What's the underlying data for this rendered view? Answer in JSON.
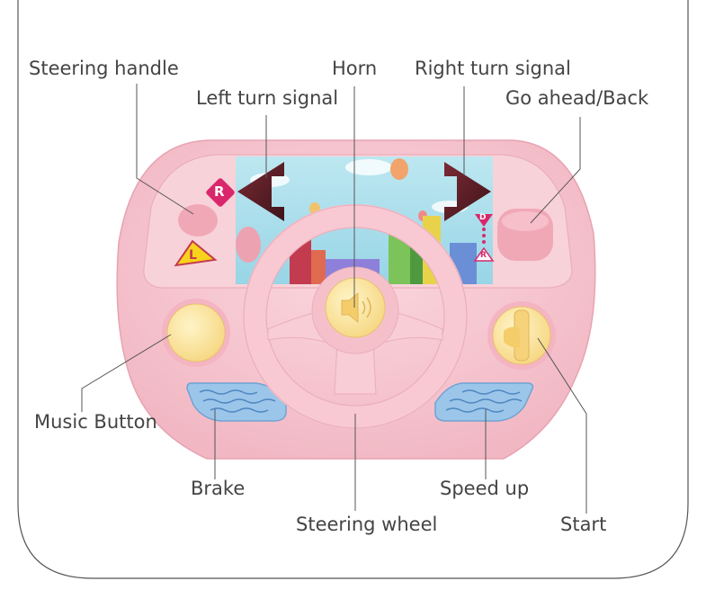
{
  "labels": {
    "steering_handle": "Steering handle",
    "left_turn_signal": "Left turn signal",
    "horn": "Horn",
    "right_turn_signal": "Right turn signal",
    "go_ahead_back": "Go ahead/Back",
    "music_button": "Music Button",
    "brake": "Brake",
    "steering_wheel": "Steering wheel",
    "speed_up": "Speed up",
    "start": "Start"
  },
  "badges": {
    "left_red": "R",
    "left_yellow": "L",
    "shift_top": "D",
    "shift_bottom": "R"
  },
  "colors": {
    "body_pink": "#f5c3cc",
    "body_edge": "#e7a3b1",
    "panel_pink": "#f8d2d9",
    "screen_sky": "#a5ddea",
    "button_yellow": "#fde8a3",
    "pedal_blue": "#9cc5ea",
    "arrow_dark": "#5a1f28",
    "badge_magenta": "#d9276b",
    "badge_yellow": "#f8d21b",
    "leader_line": "#555555",
    "label_text": "#444444",
    "frame_line": "#555555"
  }
}
